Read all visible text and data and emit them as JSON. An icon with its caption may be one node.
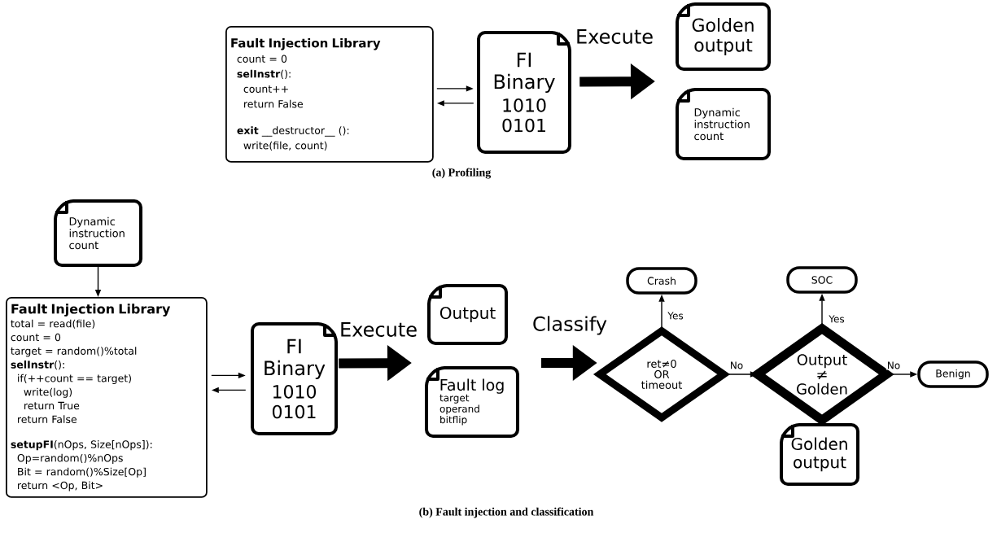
{
  "diagram": {
    "nodes": [
      {
        "text": [
          "Fault Injection Library",
          "count = 0",
          "**selInstr**():",
          "count++",
          "return False",
          "**exit** __destructor__ ():",
          "write(file, count)"
        ]
      },
      {
        "text": [
          "FI Binary",
          "1010 0101"
        ]
      },
      {
        "text": [
          "Golden output"
        ]
      },
      {
        "text": [
          "Dynamic instruction count"
        ]
      },
      {
        "text": [
          "Dynamic instruction count"
        ]
      },
      {
        "text": [
          "Fault Injection Library",
          "total = read(file)",
          "count = 0",
          "target = random()%total",
          "**selInstr**():",
          "if(++count == target)",
          "write(log)",
          "return True",
          "return False",
          "**setupFI**(nOps, Size[nOps]):",
          "Op=random()%nOps",
          "Bit = random()%Size[Op]",
          "return <Op, Bit>"
        ]
      },
      {
        "text": [
          "FI Binary",
          "1010 0101"
        ]
      },
      {
        "text": [
          "Output"
        ]
      },
      {
        "text": [
          "Fault log",
          "target operand bitflip"
        ]
      },
      {
        "text": [
          "ret≠0 OR timeout"
        ]
      },
      {
        "text": [
          "Crash"
        ]
      },
      {
        "text": [
          "Output ≠ Golden"
        ]
      },
      {
        "text": [
          "SOC"
        ]
      },
      {
        "text": [
          "Benign"
        ]
      },
      {
        "text": [
          "Golden output"
        ]
      }
    ],
    "edges": [
      {
        "from": 0,
        "to": 1,
        "arrow": "to"
      },
      {
        "from": 1,
        "to": 0,
        "arrow": "to"
      },
      {
        "from": 1,
        "to": null,
        "arrow": "to",
        "style": "thick",
        "label": "Execute"
      },
      {
        "from": 4,
        "to": 5,
        "arrow": "to"
      },
      {
        "from": 5,
        "to": 6,
        "arrow": "to"
      },
      {
        "from": 6,
        "to": 5,
        "arrow": "to"
      },
      {
        "from": 6,
        "to": null,
        "arrow": "to",
        "style": "thick",
        "label": "Execute"
      },
      {
        "from": null,
        "to": 9,
        "arrow": "to",
        "style": "thick",
        "label": "Classify"
      },
      {
        "from": 9,
        "to": 10,
        "arrow": "to",
        "label": "Yes"
      },
      {
        "from": 9,
        "to": 11,
        "arrow": "to",
        "label": "No"
      },
      {
        "from": 11,
        "to": 12,
        "arrow": "to",
        "label": "Yes"
      },
      {
        "from": 11,
        "to": 13,
        "arrow": "to",
        "label": "No"
      }
    ],
    "labels": [
      "(a) Profiling",
      "(b) Fault injection and classification"
    ]
  }
}
